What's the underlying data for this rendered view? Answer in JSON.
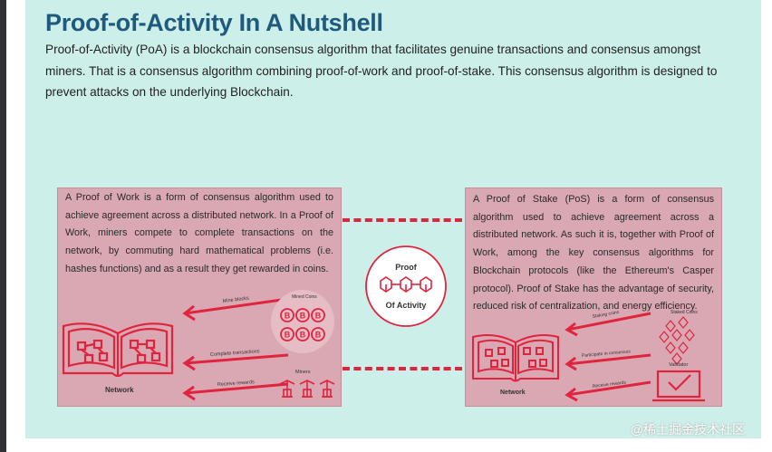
{
  "header": {
    "title": "Proof-of-Activity In A Nutshell",
    "intro": "Proof-of-Activity (PoA) is a blockchain consensus algorithm that facilitates genuine transactions and consensus amongst miners. That is a consensus algorithm combining proof-of-work and proof-of-stake. This consensus algorithm is designed to prevent attacks on the underlying Blockchain."
  },
  "pow": {
    "text": "A Proof of Work is a form of consensus algorithm used to achieve agreement across a distributed network. In a Proof of Work, miners compete to complete transactions on the network, by commuting hard mathematical problems (i.e. hashes functions) and as a result they get rewarded in coins.",
    "arrow_mine_blocks": "Mine blocks",
    "arrow_complete_transactions": "Complete transactions",
    "arrow_receive_rewards": "Receive rewards",
    "mined_coins_label": "Mined Coins",
    "miners_label": "Miners",
    "network_label": "Network"
  },
  "pos": {
    "text": "A Proof of Stake (PoS) is a form of consensus algorithm used to achieve agreement across a distributed network. As such it is, together with Proof of Work, among the key consensus algorithms for Blockchain protocols (like the Ethereum's Casper protocol). Proof of Stake has the advantage of security, reduced risk of centralization, and energy efficiency.",
    "arrow_staking_coins": "Staking coins",
    "arrow_participate": "Participate in consensus",
    "arrow_receive_rewards": "Receive rewards",
    "staked_coins_label": "Staked Coins",
    "validator_label": "Validator",
    "network_label": "Network"
  },
  "center": {
    "line1": "Proof",
    "line2": "Of Activity"
  },
  "coin_symbol": "B",
  "watermark": "@稀土掘金技术社区",
  "colors": {
    "background": "#ccefe9",
    "panel": "#d9a8b2",
    "accent": "#e0243e",
    "title": "#1f5a7e"
  }
}
